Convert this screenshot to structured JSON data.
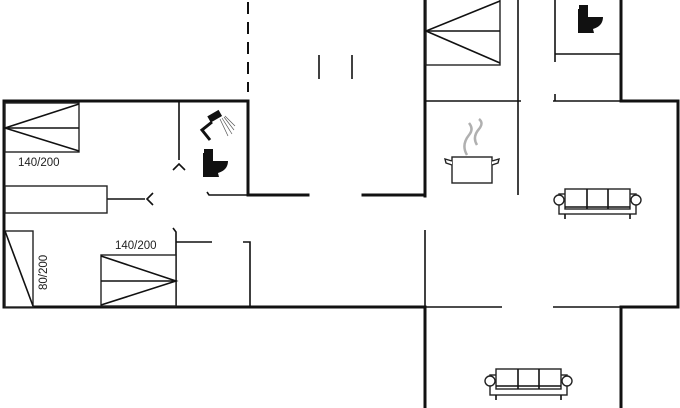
{
  "beds": [
    {
      "label": "140/200"
    },
    {
      "label": "140/200"
    },
    {
      "label": "80/200"
    }
  ],
  "colors": {
    "wall": "#111111",
    "steam": "#b0b0b0",
    "background": "#ffffff"
  },
  "icons": [
    "shower-icon",
    "toilet-icon",
    "toilet-icon",
    "cooking-pot-icon",
    "sofa-icon",
    "sofa-icon"
  ]
}
